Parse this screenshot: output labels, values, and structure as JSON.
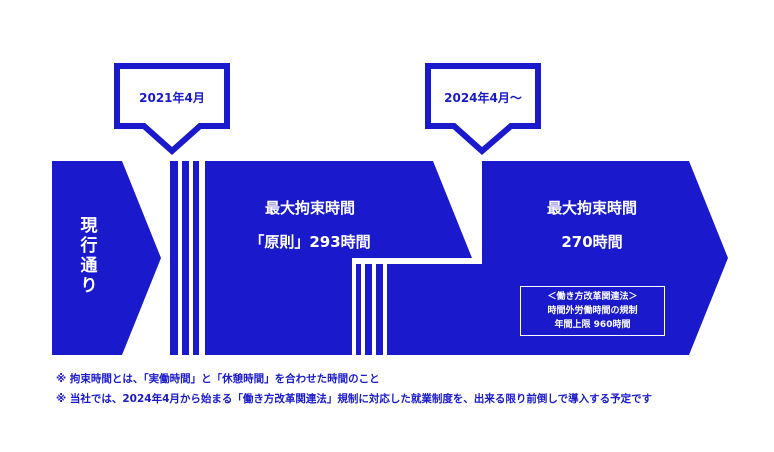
{
  "callouts": {
    "left_date": "2021年4月",
    "right_date": "2024年4月～"
  },
  "current": {
    "label": "現行通り"
  },
  "phase1": {
    "title": "最大拘束時間",
    "value": "「原則」293時間"
  },
  "phase2": {
    "title": "最大拘束時間",
    "value": "270時間",
    "law_box": {
      "line1": "＜働き方改革関連法＞",
      "line2": "時間外労働時間の規制",
      "line3": "年間上限 960時間"
    }
  },
  "notes": {
    "note1": "※ 拘束時間とは、「実働時間」と「休憩時間」を合わせた時間のこと",
    "note2": "※ 当社では、2024年4月から始まる「働き方改革関連法」規制に対応した就業制度を、出来る限り前倒しで導入する予定です"
  },
  "colors": {
    "primary_blue": "#1a1acc",
    "background": "#ffffff"
  }
}
